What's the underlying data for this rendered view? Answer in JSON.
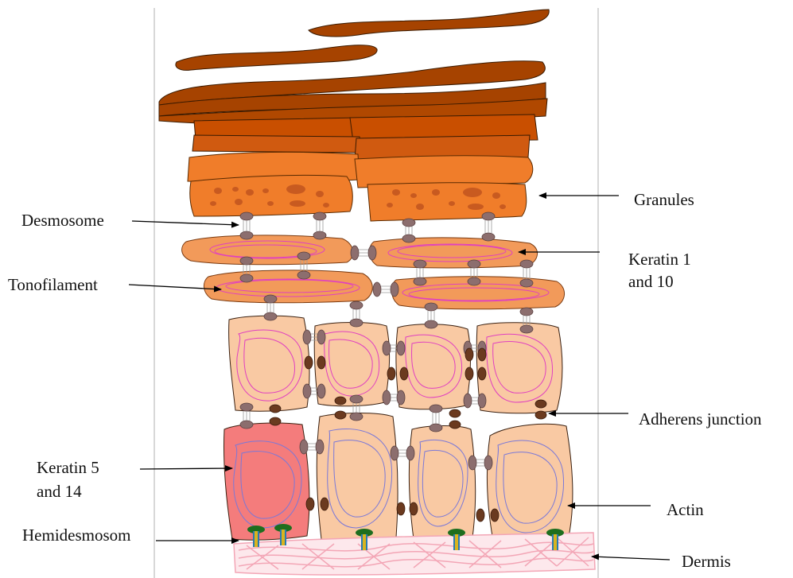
{
  "labels": {
    "granules": "Granules",
    "desmosome": "Desmosome",
    "keratin_1_10_line1": "Keratin 1",
    "keratin_1_10_line2": "and 10",
    "tonofilament": "Tonofilament",
    "adherens_junction": "Adherens junction",
    "keratin_5_14_line1": "Keratin 5",
    "keratin_5_14_line2": "and 14",
    "actin": "Actin",
    "hemidesmosome": "Hemidesmosom",
    "dermis": "Dermis"
  },
  "colors": {
    "corneocyte_dark": "#a64300",
    "corneocyte_mid": "#c94f00",
    "granular_cell": "#f07d2a",
    "spinous_flat_cell": "#f29a5a",
    "spinous_cell": "#f9c9a3",
    "basal_cell_highlight": "#f47c7c",
    "tonofilament": "#e040c0",
    "keratin_basal": "#7a78d8",
    "desmosome": "#8c6e6e",
    "adherens": "#6b3a1f",
    "hemidesmosome_cap": "#1e6e1e",
    "dermis_fibers": "#f3a6b6",
    "frame_line": "#b0b0b0"
  }
}
